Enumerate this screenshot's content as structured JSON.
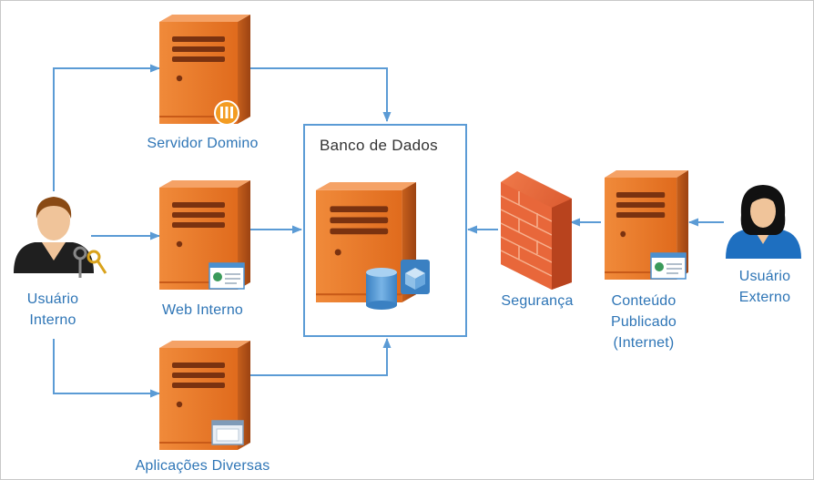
{
  "nodes": {
    "usuario_interno": {
      "line1": "Usuário",
      "line2": "Interno"
    },
    "servidor_domino": {
      "label": "Servidor Domino"
    },
    "web_interno": {
      "label": "Web Interno"
    },
    "aplicacoes_diversas": {
      "label": "Aplicações Diversas"
    },
    "banco_de_dados": {
      "label": "Banco de Dados"
    },
    "seguranca": {
      "label": "Segurança"
    },
    "conteudo_publicado": {
      "line1": "Conteúdo",
      "line2": "Publicado",
      "line3": "(Internet)"
    },
    "usuario_externo": {
      "line1": "Usuário",
      "line2": "Externo"
    }
  },
  "colors": {
    "label_blue": "#2e75b6",
    "connector_blue": "#5b9bd5",
    "server_orange": "#e8792a",
    "server_dark": "#b8571a",
    "firewall_red": "#e8633a"
  },
  "icons": {
    "internal_user": "user-with-keys-icon",
    "external_user": "female-user-icon",
    "server": "server-tower-icon",
    "firewall": "firewall-icon",
    "database": "database-icon"
  }
}
